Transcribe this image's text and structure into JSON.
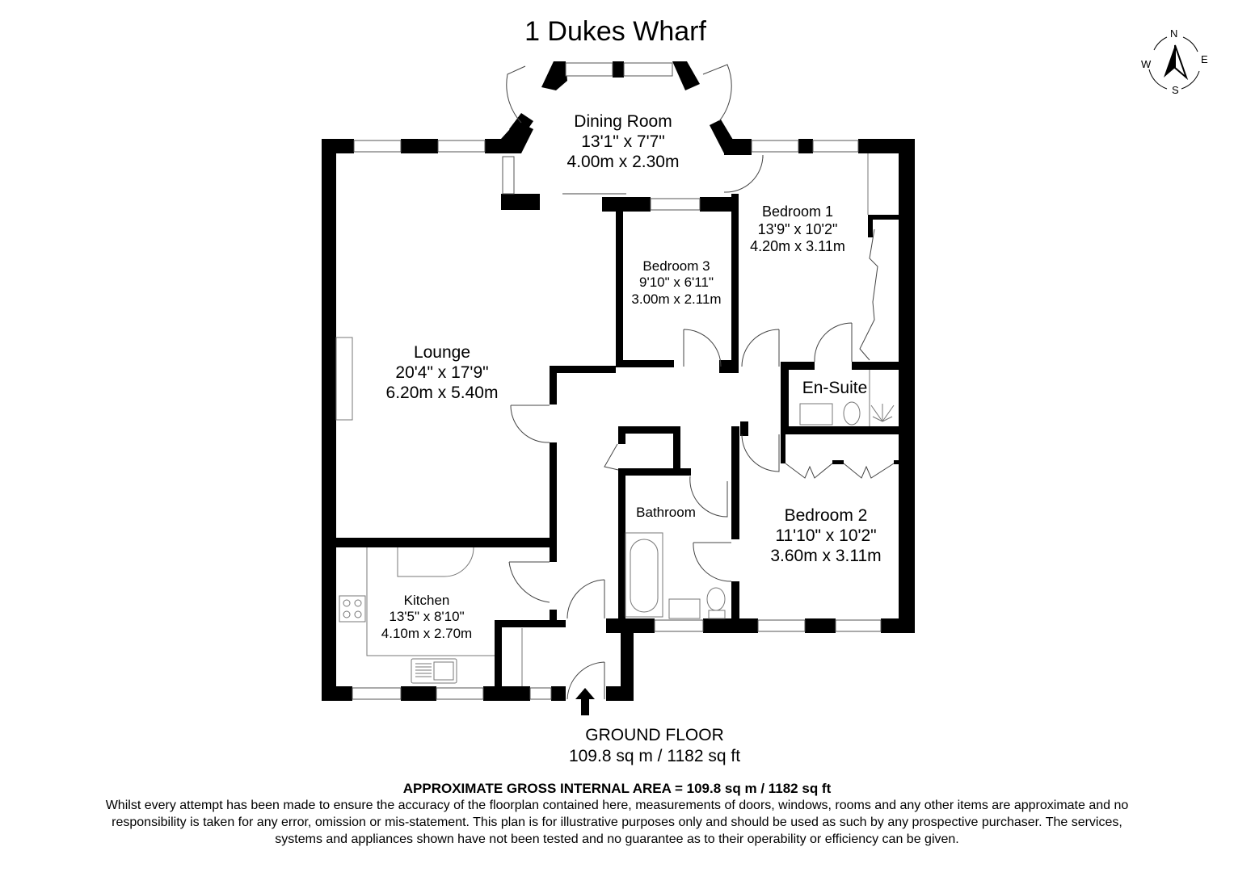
{
  "title": "1 Dukes Wharf",
  "compass": {
    "icon": "north-arrow-compass-icon",
    "n": "N",
    "e": "E",
    "s": "S",
    "w": "W"
  },
  "rooms": {
    "dining": {
      "name": "Dining Room",
      "imperial": "13'1\" x 7'7\"",
      "metric": "4.00m x 2.30m"
    },
    "bedroom1": {
      "name": "Bedroom 1",
      "imperial": "13'9\" x 10'2\"",
      "metric": "4.20m x 3.11m"
    },
    "bedroom3": {
      "name": "Bedroom 3",
      "imperial": "9'10\" x 6'11\"",
      "metric": "3.00m x 2.11m"
    },
    "lounge": {
      "name": "Lounge",
      "imperial": "20'4\" x 17'9\"",
      "metric": "6.20m x 5.40m"
    },
    "ensuite": {
      "name": "En-Suite"
    },
    "bathroom": {
      "name": "Bathroom"
    },
    "bedroom2": {
      "name": "Bedroom 2",
      "imperial": "11'10\" x 10'2\"",
      "metric": "3.60m x 3.11m"
    },
    "kitchen": {
      "name": "Kitchen",
      "imperial": "13'5\" x 8'10\"",
      "metric": "4.10m x 2.70m"
    }
  },
  "floor": {
    "name": "GROUND FLOOR",
    "area": "109.8 sq m / 1182 sq ft",
    "entrance_icon": "entrance-arrow-icon"
  },
  "footer": {
    "gross_area": "APPROXIMATE GROSS INTERNAL AREA = 109.8 sq m / 1182 sq ft",
    "disclaimer": "Whilst every attempt has been made to ensure the accuracy of the floorplan contained here, measurements of doors, windows, rooms and any other items are approximate and no responsibility is taken for any error, omission or mis-statement. This plan is for illustrative purposes only and should be used as such by any prospective purchaser. The services, systems and appliances shown have not been tested and no guarantee as to their operability or efficiency can be given."
  },
  "colors": {
    "wall": "#000000",
    "fixture_line": "#555555",
    "background": "#ffffff"
  }
}
